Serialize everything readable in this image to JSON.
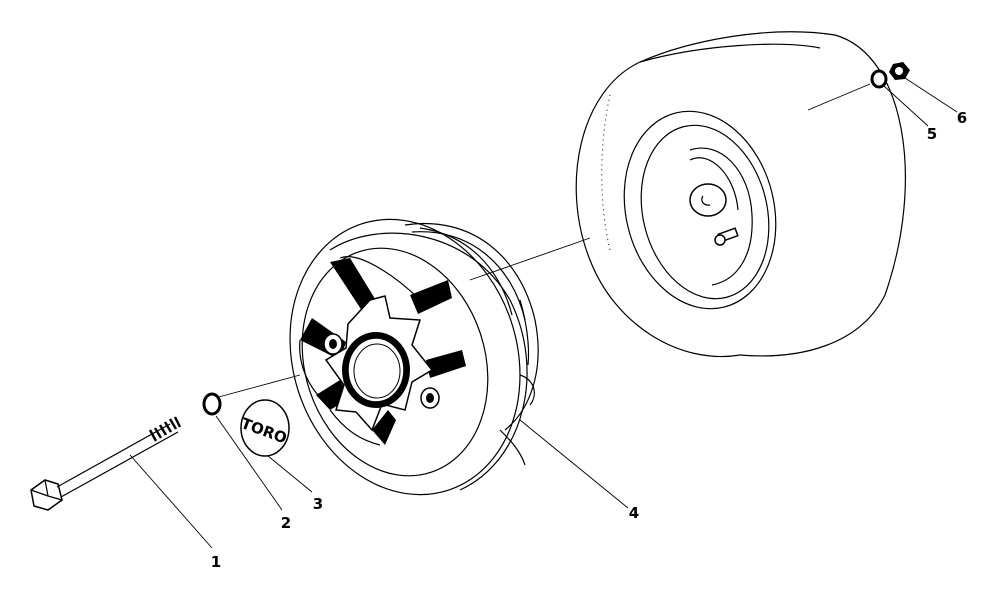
{
  "diagram": {
    "callouts": [
      {
        "id": "1",
        "label": "1"
      },
      {
        "id": "2",
        "label": "2"
      },
      {
        "id": "3",
        "label": "3"
      },
      {
        "id": "4",
        "label": "4"
      },
      {
        "id": "5",
        "label": "5"
      },
      {
        "id": "6",
        "label": "6"
      }
    ],
    "hub_cap_text": "TORO"
  }
}
